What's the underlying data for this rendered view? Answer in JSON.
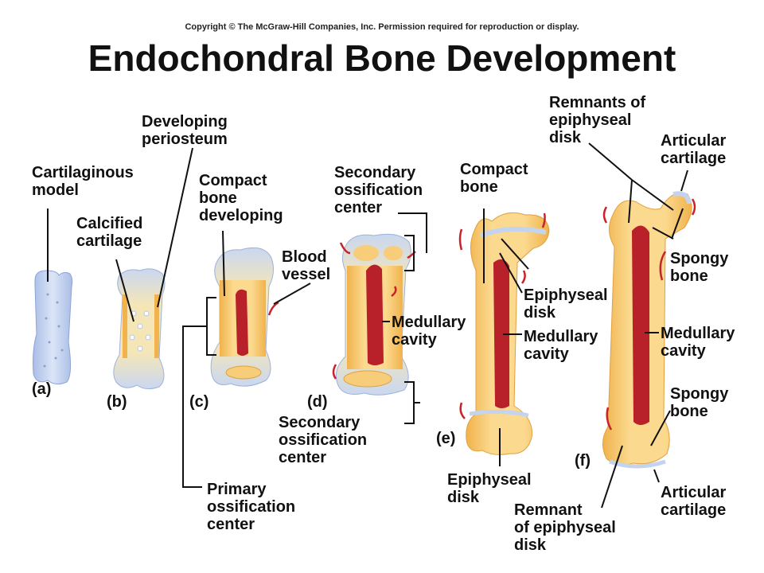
{
  "header": {
    "copyright": "Copyright © The McGraw-Hill Companies, Inc. Permission required for reproduction or display.",
    "title": "Endochondral Bone Development"
  },
  "colors": {
    "cartilage": "#c4d3ee",
    "bone": "#f7c76a",
    "bone_light": "#fbe3a8",
    "marrow": "#b8202a",
    "vessel": "#c8222a"
  },
  "stages": {
    "a": "(a)",
    "b": "(b)",
    "c": "(c)",
    "d": "(d)",
    "e": "(e)",
    "f": "(f)"
  },
  "labels": {
    "cartilaginous_model": "Cartilaginous\nmodel",
    "developing_periosteum": "Developing\nperiosteum",
    "calcified_cartilage": "Calcified\ncartilage",
    "compact_bone_developing": "Compact\nbone\ndeveloping",
    "primary_ossification_center": "Primary\nossification\ncenter",
    "blood_vessel": "Blood\nvessel",
    "secondary_ossification_center_top": "Secondary\nossification\ncenter",
    "medullary_cavity_d": "Medullary\ncavity",
    "secondary_ossification_center_bottom": "Secondary\nossification\ncenter",
    "compact_bone_e": "Compact\nbone",
    "epiphyseal_disk": "Epiphyseal\ndisk",
    "medullary_cavity_e": "Medullary\ncavity",
    "epiphyseal_disk_e_bottom": "Epiphyseal\ndisk",
    "remnants_of_epiphyseal_disk": "Remnants of\nepiphyseal\ndisk",
    "articular_cartilage_top": "Articular\ncartilage",
    "spongy_bone_top": "Spongy\nbone",
    "medullary_cavity_f": "Medullary\ncavity",
    "spongy_bone_bottom": "Spongy\nbone",
    "articular_cartilage_bottom": "Articular\ncartilage",
    "remnant_of_epiphyseal_disk": "Remnant\nof epiphyseal\ndisk"
  }
}
